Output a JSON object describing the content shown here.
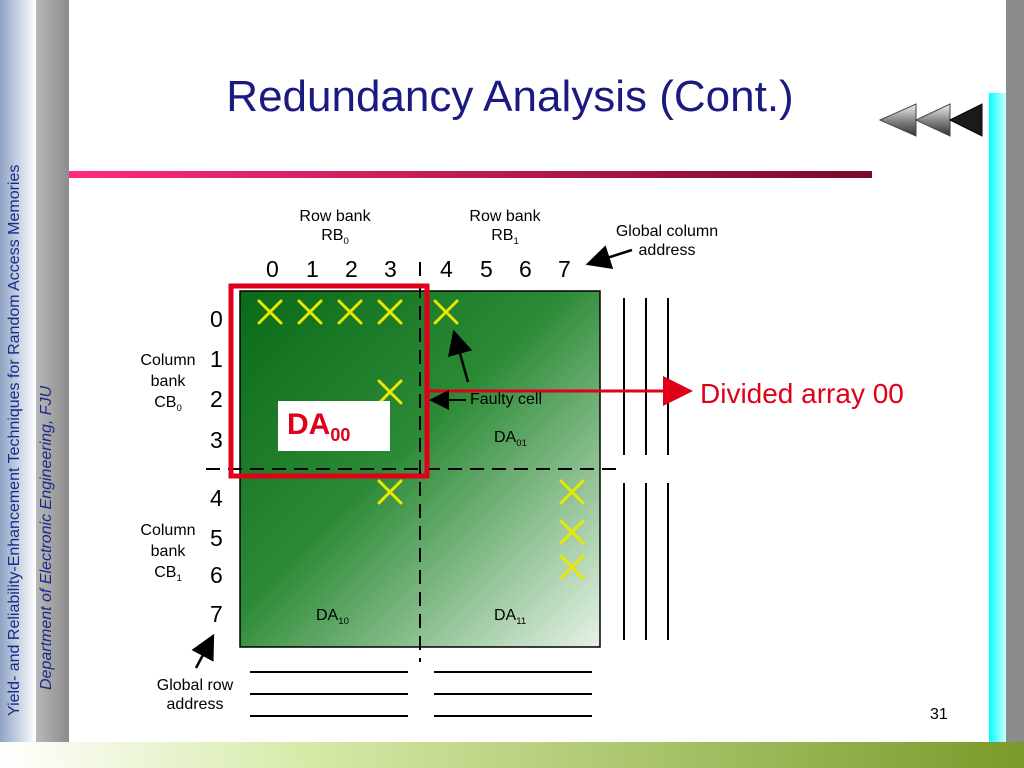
{
  "sidebar": {
    "vertical_text_1": "Yield- and Reliability-Enhancement Techniques for Random Access Memories",
    "vertical_text_2": "Department of Electronic Engineering, FJU"
  },
  "slide": {
    "title": "Redundancy Analysis (Cont.)",
    "page_number": "31"
  },
  "diagram": {
    "row_bank_0": {
      "line1": "Row bank",
      "line2": "RB",
      "sub": "0"
    },
    "row_bank_1": {
      "line1": "Row bank",
      "line2": "RB",
      "sub": "1"
    },
    "global_column_address": {
      "line1": "Global column",
      "line2": "address"
    },
    "column_numbers": [
      "0",
      "1",
      "2",
      "3",
      "4",
      "5",
      "6",
      "7"
    ],
    "row_numbers": [
      "0",
      "1",
      "2",
      "3",
      "4",
      "5",
      "6",
      "7"
    ],
    "column_bank_0": {
      "line1": "Column",
      "line2": "bank",
      "line3": "CB",
      "sub": "0"
    },
    "column_bank_1": {
      "line1": "Column",
      "line2": "bank",
      "line3": "CB",
      "sub": "1"
    },
    "global_row_address": {
      "line1": "Global row",
      "line2": "address"
    },
    "faulty_cell_label": "Faulty cell",
    "divided_array_label": "Divided array 00",
    "da00": {
      "main": "DA",
      "sub": "00"
    },
    "da01": {
      "main": "DA",
      "sub": "01"
    },
    "da10": {
      "main": "DA",
      "sub": "10"
    },
    "da11": {
      "main": "DA",
      "sub": "11"
    },
    "faulty_cells": [
      {
        "col": 0,
        "row": 0
      },
      {
        "col": 1,
        "row": 0
      },
      {
        "col": 2,
        "row": 0
      },
      {
        "col": 3,
        "row": 0
      },
      {
        "col": 4,
        "row": 0
      },
      {
        "col": 3,
        "row": 2
      },
      {
        "col": 3,
        "row": 4
      },
      {
        "col": 7,
        "row": 4
      },
      {
        "col": 7,
        "row": 5
      },
      {
        "col": 7,
        "row": 6
      }
    ],
    "colors": {
      "array_green": "#0a6e1a",
      "highlight_red": "#e0001a",
      "fault_yellow": "#e8e800"
    }
  }
}
